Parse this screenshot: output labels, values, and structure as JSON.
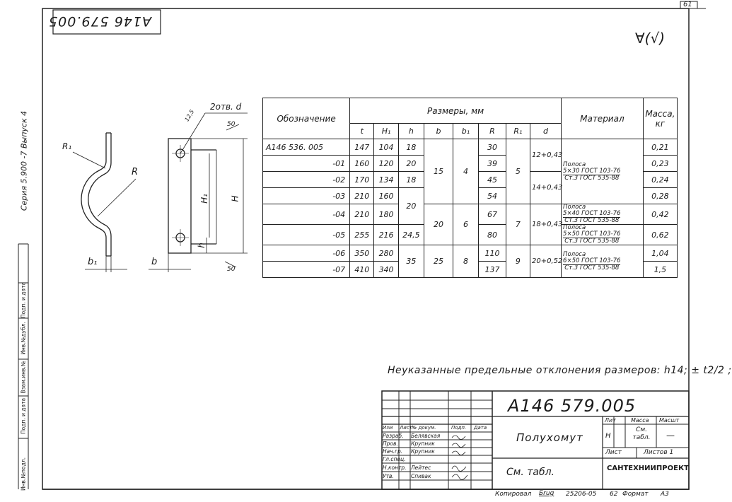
{
  "doc": {
    "sheet_number": "61",
    "code_stamp": "А146 579.005",
    "surface_mark": "∀(√)",
    "series_text": "Серия 5.900 -7 Выпуск 4",
    "side_labels": [
      "Инв.№подл.",
      "Подп. и дата",
      "Взам.инв.№",
      "Инв.№дубл.",
      "Подп. и дата"
    ],
    "tolerance_note": "Неуказанные предельные отклонения размеров: h14; ± t2/2 ;",
    "footer": {
      "copied": "Копировал",
      "signature": "Бrug",
      "number": "25206-05",
      "page": "62",
      "format_label": "Формат",
      "format": "А3"
    }
  },
  "drawing": {
    "labels": {
      "r1_left": "R₁",
      "r": "R",
      "b1": "b₁",
      "b": "b",
      "holes": "2отв. d",
      "dim_125": "12,5",
      "dim_50_top": "50",
      "dim_50_bottom": "50",
      "h1": "H₁",
      "h_big": "H",
      "h_small": "h"
    }
  },
  "table": {
    "header": {
      "designation": "Обозначение",
      "sizes": "Размеры, мм",
      "material": "Материал",
      "mass": "Масса, кг",
      "cols": [
        "t",
        "H₁",
        "h",
        "b",
        "b₁",
        "R",
        "R₁",
        "d"
      ]
    },
    "rows": [
      {
        "des": "А146 536. 005",
        "t": "147",
        "H1": "104",
        "h": "18",
        "R": "30",
        "mass": "0,21"
      },
      {
        "des": "-01",
        "t": "160",
        "H1": "120",
        "h": "20",
        "R": "39",
        "mass": "0,23"
      },
      {
        "des": "-02",
        "t": "170",
        "H1": "134",
        "h": "18",
        "R": "45",
        "mass": "0,24"
      },
      {
        "des": "-03",
        "t": "210",
        "H1": "160",
        "h": "",
        "R": "54",
        "mass": "0,28"
      },
      {
        "des": "-04",
        "t": "210",
        "H1": "180",
        "h": "20",
        "R": "67",
        "mass": "0,42"
      },
      {
        "des": "-05",
        "t": "255",
        "H1": "216",
        "h": "24,5",
        "R": "80",
        "mass": "0,62"
      },
      {
        "des": "-06",
        "t": "350",
        "H1": "280",
        "h": "35",
        "R": "110",
        "mass": "1,04"
      },
      {
        "des": "-07",
        "t": "410",
        "H1": "340",
        "h": "",
        "R": "137",
        "mass": "1,5"
      }
    ],
    "merged": {
      "b_15": "15",
      "b1_4": "4",
      "r1_5": "5",
      "d_12": "12+0,43",
      "d_14": "14+0,43",
      "b_20": "20",
      "b1_6": "6",
      "r1_7": "7",
      "d_18": "18+0,43",
      "b_25": "25",
      "b1_8": "8",
      "r1_9": "9",
      "d_20": "20+0,52"
    },
    "materials": [
      {
        "prefix": "Полоса",
        "top": "5×30 ГОСТ 103-76",
        "bottom": "Ст.3 ГОСТ 535-88"
      },
      {
        "prefix": "Полоса",
        "top": "5×40 ГОСТ 103-76",
        "bottom": "Ст.3 ГОСТ 535-88"
      },
      {
        "prefix": "Полоса",
        "top": "5×50 ГОСТ 103-76",
        "bottom": "Ст.3 ГОСТ 535-88"
      },
      {
        "prefix": "Полоса",
        "top": "6×50 ГОСТ 103-76",
        "bottom": "Ст.3 ГОСТ 535-88"
      }
    ]
  },
  "title_block": {
    "code": "А146 579.005",
    "name": "Полухомут",
    "material_ref": "См. табл.",
    "org": "САНТЕХНИИПРОЕКТ",
    "hdr_lit": "Лит",
    "hdr_mass": "Масса",
    "hdr_scale": "Масшт",
    "lit_value": "Н",
    "mass_value": "См. табл.",
    "scale_value": "—",
    "sheet_label": "Лист",
    "sheets_label": "Листов 1",
    "col_heads": [
      "Изм",
      "Лист",
      "№ докум.",
      "Подп.",
      "Дата"
    ],
    "roles": [
      {
        "role": "Разраб.",
        "name": "Белявская"
      },
      {
        "role": "Пров.",
        "name": "Крупник"
      },
      {
        "role": "Нач.гр.",
        "name": "Крупник"
      },
      {
        "role": "Гл.спец.",
        "name": ""
      },
      {
        "role": "Н.контр.",
        "name": "Лейтес"
      },
      {
        "role": "Утв.",
        "name": "Спивак"
      }
    ]
  }
}
